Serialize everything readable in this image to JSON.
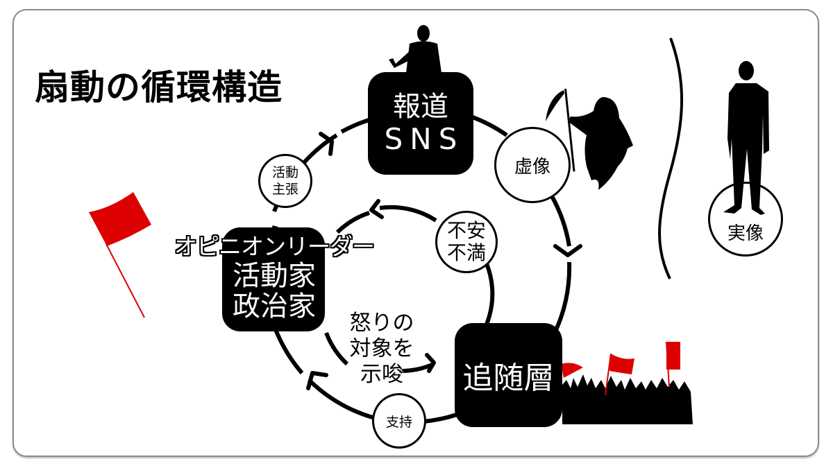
{
  "title": "扇動の循環構造",
  "nodes": {
    "media": {
      "line1": "報道",
      "line2": "SNS"
    },
    "leader": {
      "line1": "オピニオンリーダー",
      "line2": "活動家",
      "line3": "政治家"
    },
    "followers": {
      "label": "追随層"
    }
  },
  "bubbles": {
    "claim": {
      "line1": "活動",
      "line2": "主張"
    },
    "virtual_image": {
      "label": "虚像"
    },
    "anxiety": {
      "line1": "不安",
      "line2": "不満"
    },
    "support": {
      "label": "支持"
    },
    "real_image": {
      "label": "実像"
    }
  },
  "anger_label": {
    "line1": "怒りの",
    "line2": "対象を",
    "line3": "示唆"
  },
  "colors": {
    "accent_red": "#dd0000",
    "ink": "#000000",
    "border": "#8a8a8a"
  },
  "icons": [
    "speaker-silhouette-icon",
    "grim-reaper-icon",
    "standing-man-icon",
    "red-flag-icon",
    "crowd-with-flags-icon"
  ]
}
